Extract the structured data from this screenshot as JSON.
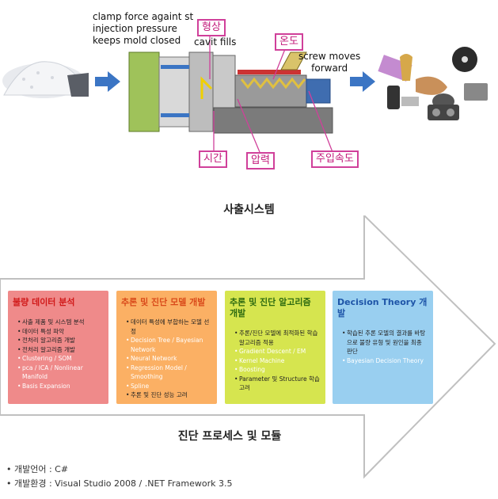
{
  "top": {
    "caption_clamp": "clamp force againt st injection pressure keeps mold closed",
    "caption_clamp_lines": [
      "clamp force againt st",
      "injection pressure",
      "keeps mold closed"
    ],
    "caption_cavit": "cavit fills",
    "caption_screw": [
      "screw moves",
      "forward"
    ],
    "labels": {
      "shape": "형상",
      "temp": "온도",
      "time": "시간",
      "pressure": "압력",
      "speed": "주입속도"
    },
    "system_title": "사출시스템"
  },
  "process": {
    "title": "진단 프로세스 및 모듈",
    "boxes": [
      {
        "title": "불량 데이터 분석",
        "items": [
          "사출 제품 및 시스템 분석",
          "데이터 특성 파악",
          "전처리 알고리즘 개발",
          "전처리 알고리즘 개발",
          "Clustering / SOM",
          "pca / ICA / Nonlinear Manifold",
          "Basis Expansion"
        ]
      },
      {
        "title": "추론 및 진단 모델 개발",
        "items": [
          "데이터 특성에 부합하는 모델 선정",
          "Decision Tree / Bayesian Network",
          "Neural Network",
          "Regression Model / Smoothing",
          "Spline",
          "추론 및 진단 성능 고려"
        ]
      },
      {
        "title": "추론 및 진단 알고리즘 개발",
        "items": [
          "추론/진단 모델에 최적화된 학습 알고리즘 적용",
          "Gradient Descent / EM",
          "Kernel Machine",
          "Boosting",
          "Parameter 및 Structure 학습 고려"
        ]
      },
      {
        "title": "Decision Theory 개발",
        "items": [
          "학습된 추론 모델의 결과를 바탕으로 불량 유형 및 원인을 최종 판단",
          "Bayesian Decision Theory"
        ]
      }
    ]
  },
  "info": {
    "lang": "• 개발언어 : C#",
    "env": "• 개발환경 : Visual Studio 2008 / .NET Framework 3.5"
  },
  "colors": {
    "box1": "#ef8a8a",
    "box2": "#fbb064",
    "box3": "#d6e54f",
    "box4": "#99cff0",
    "arrow_border": "#c0c0c0",
    "label_border": "#d0409a",
    "blue_arrow": "#3b75c4"
  }
}
